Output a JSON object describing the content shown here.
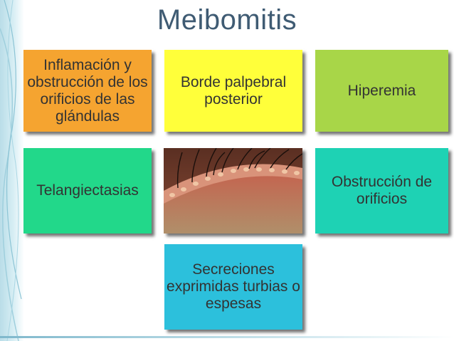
{
  "slide": {
    "title": "Meibomitis",
    "tiles": {
      "inflamacion": {
        "text": "Inflamación y obstrucción de los orificios de las glándulas",
        "color": "#f5a430"
      },
      "borde": {
        "text": "Borde palpebral posterior",
        "color": "#ffff3a"
      },
      "hiperemia": {
        "text": "Hiperemia",
        "color": "#a8d648"
      },
      "telangiectasias": {
        "text": "Telangiectasias",
        "color": "#22d88a"
      },
      "obstruccion": {
        "text": "Obstrucción de orificios",
        "color": "#1ed2b4"
      },
      "secreciones": {
        "text": "Secreciones exprimidas turbias o espesas",
        "color": "#2cc0dc"
      }
    },
    "photo": {
      "icon": "eyelid-margin-photo"
    }
  }
}
